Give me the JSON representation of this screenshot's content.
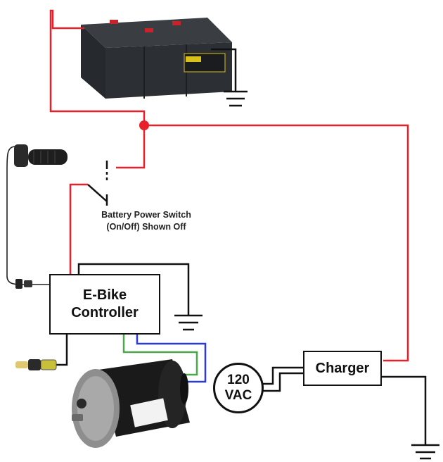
{
  "controller": {
    "line1": "E-Bike",
    "line2": "Controller"
  },
  "charger": {
    "label": "Charger"
  },
  "mains": {
    "line1": "120",
    "line2": "VAC"
  },
  "power_switch": {
    "line1": "Battery Power Switch",
    "line2": "(On/Off) Shown Off"
  },
  "colors": {
    "positive_wire": "#e8202a",
    "ground_wire": "#111111",
    "green_wire": "#4aa84a",
    "blue_wire": "#2a3bd6",
    "battery_body": "#2a2d31",
    "battery_terminal": "#c8222a",
    "battery_label": "#d8c21a",
    "motor_body": "#1a1a1a",
    "motor_cap": "#9a9a9a"
  }
}
